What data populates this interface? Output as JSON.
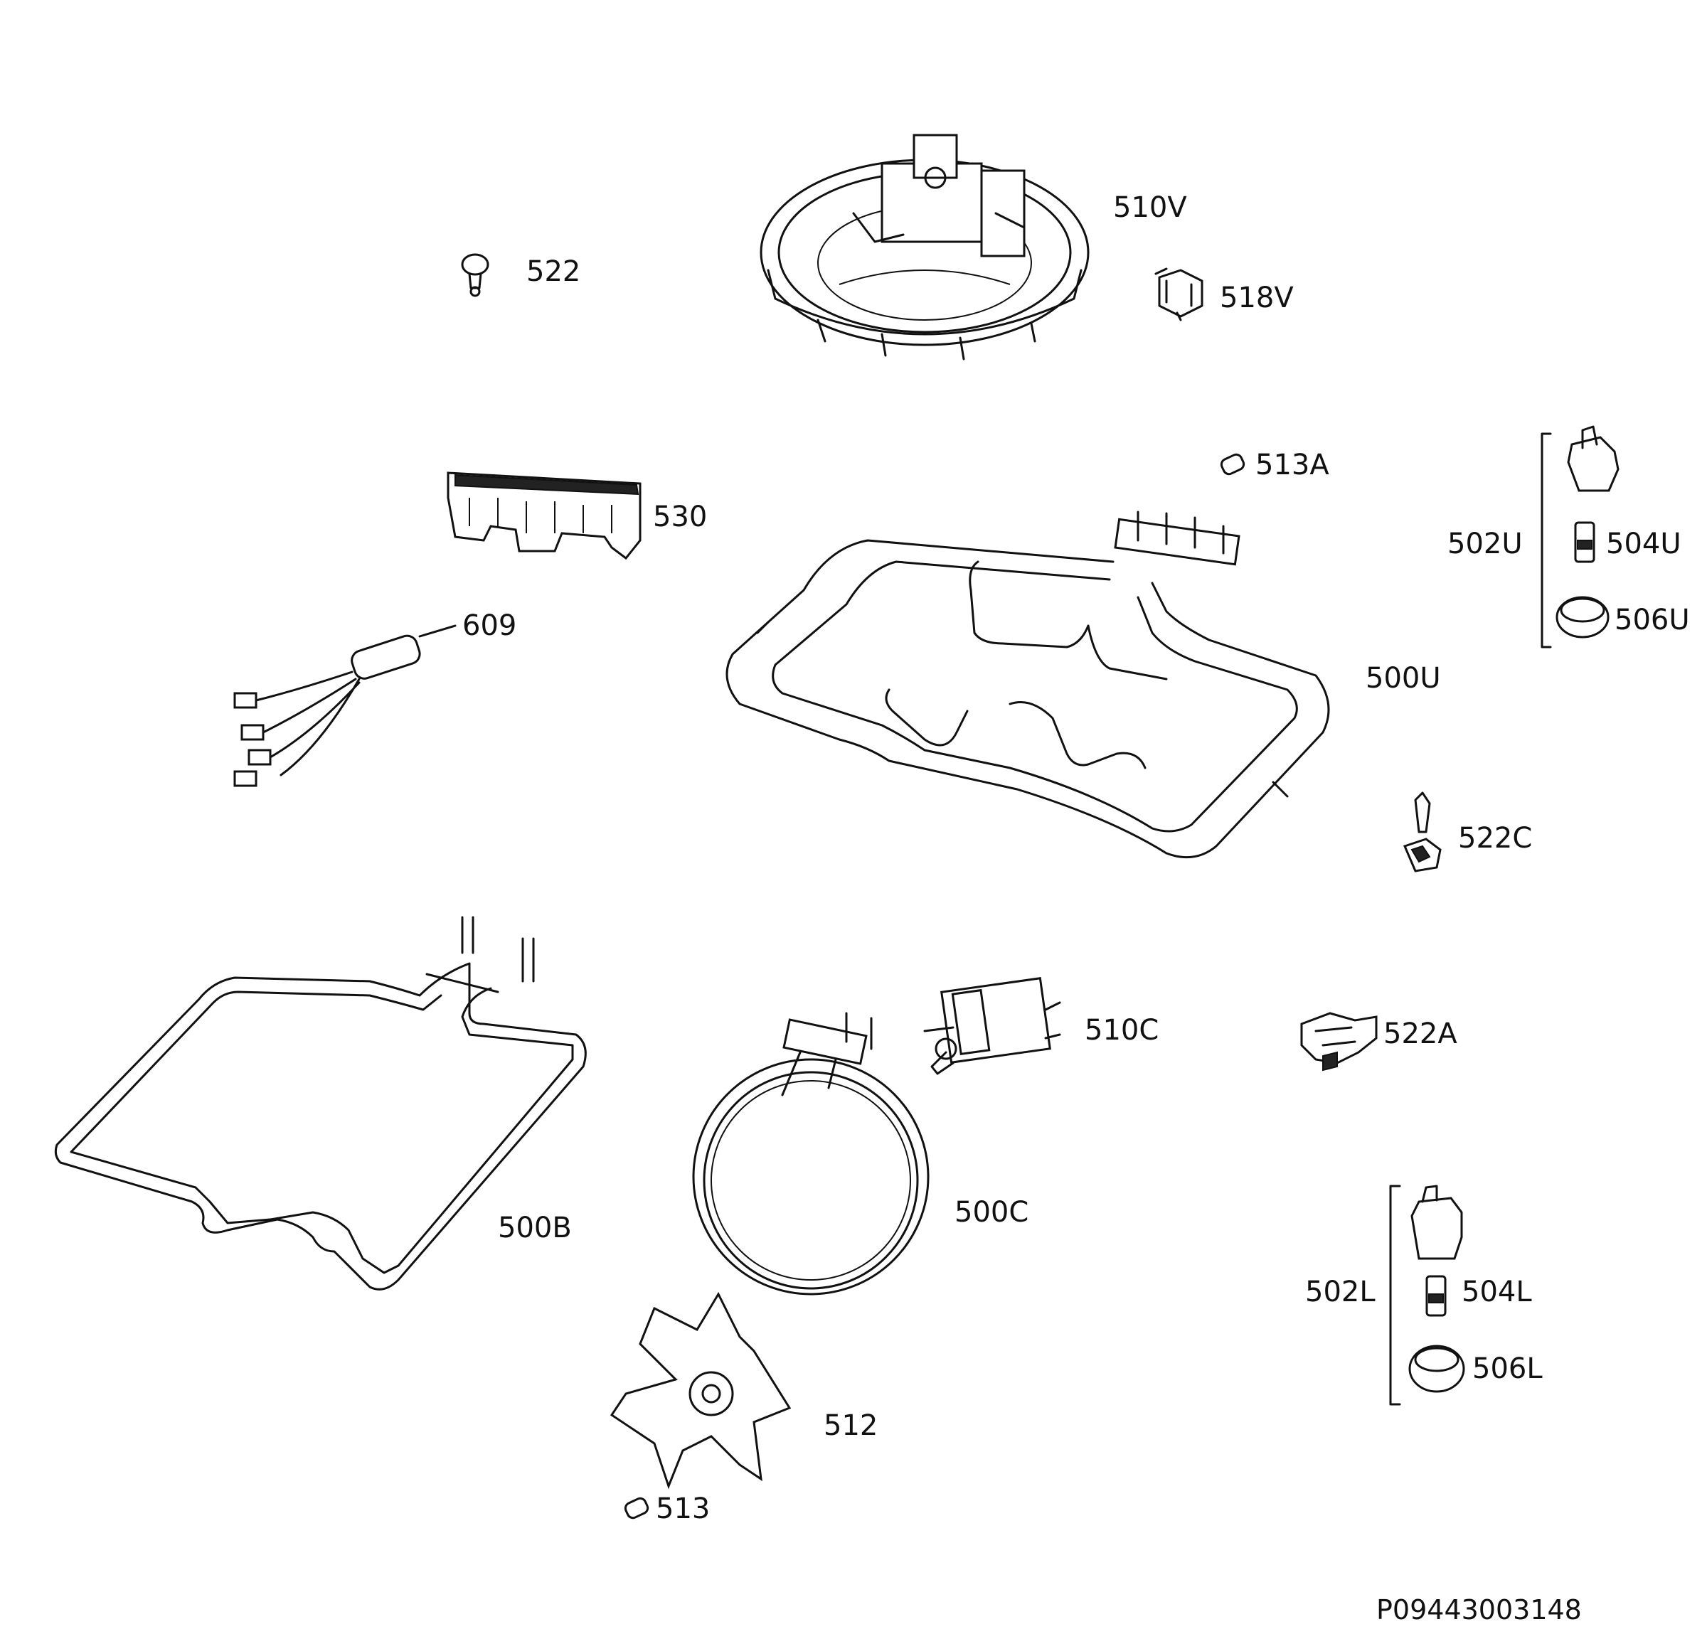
{
  "labels": {
    "l510V": "510V",
    "l522": "522",
    "l518V": "518V",
    "l513A": "513A",
    "l530": "530",
    "l609": "609",
    "l502U": "502U",
    "l504U": "504U",
    "l506U": "506U",
    "l500U": "500U",
    "l522C": "522C",
    "l510C": "510C",
    "l522A": "522A",
    "l500B": "500B",
    "l500C": "500C",
    "l502L": "502L",
    "l504L": "504L",
    "l506L": "506L",
    "l512": "512",
    "l513": "513"
  },
  "drawing_code": "P09443003148"
}
